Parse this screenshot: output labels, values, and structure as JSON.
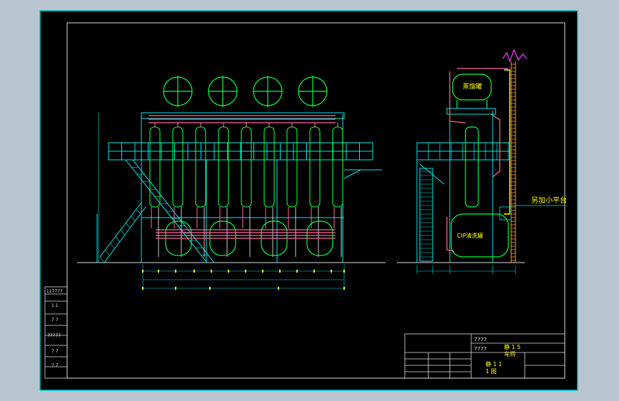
{
  "colors": {
    "background": "#b8c4d0",
    "sheet": "#000000",
    "frame": "#00c8c8",
    "structure": "#00e8e8",
    "vessel": "#00ff40",
    "pipe": "#ff6aa0",
    "label": "#ffff00",
    "border": "#e0e0e0"
  },
  "labels": {
    "top_tank": "蒸馏罐",
    "bottom_tank": "CIP清洗罐",
    "callout": "另加小平台"
  },
  "title_block": {
    "row1": "7777",
    "row2": "7777",
    "name1": "静 1 5",
    "name2": "车间",
    "name3": "静 1 1",
    "name4": "1 图"
  },
  "left_strip": [
    "117777",
    "1 1",
    "7 7",
    "77777",
    "7 7",
    "7 7"
  ]
}
